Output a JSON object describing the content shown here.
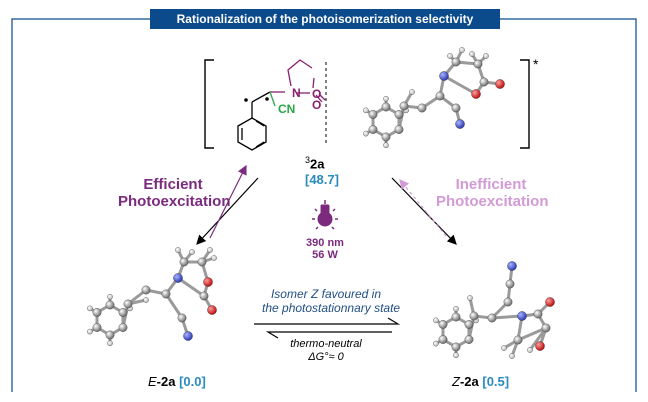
{
  "banner": "Rationalization of the photoisomerization selectivity",
  "excited_marker": "*",
  "triplet": {
    "superscript": "3",
    "name": "2a",
    "energy": "[48.7]"
  },
  "structure": {
    "nitrogen": "N",
    "oxygen": "O",
    "cyano": "CN"
  },
  "left_path": {
    "line1": "Efficient",
    "line2": "Photoexcitation"
  },
  "right_path": {
    "line1": "Inefficient",
    "line2": "Photoexcitation"
  },
  "light": {
    "wavelength": "390 nm",
    "power": "56 W"
  },
  "equilibrium": {
    "note_line1": "Isomer Z favoured in",
    "note_line2": "the photostationnary state",
    "thermo_line1": "thermo-neutral",
    "thermo_line2": "ΔG°≈ 0"
  },
  "isomer_e": {
    "prefix": "E",
    "name": "-2a",
    "energy": "[0.0]"
  },
  "isomer_z": {
    "prefix": "Z",
    "name": "-2a",
    "energy": "[0.5]"
  },
  "colors": {
    "banner": "#0b4a8b",
    "purple": "#7b2a7e",
    "lilac": "#d39ad6",
    "teal": "#2a8bbd",
    "green": "#2aa54a",
    "nitrogen": "#3d4fc4",
    "oxygen": "#d21e1e",
    "carbon": "#8a8a8a"
  }
}
